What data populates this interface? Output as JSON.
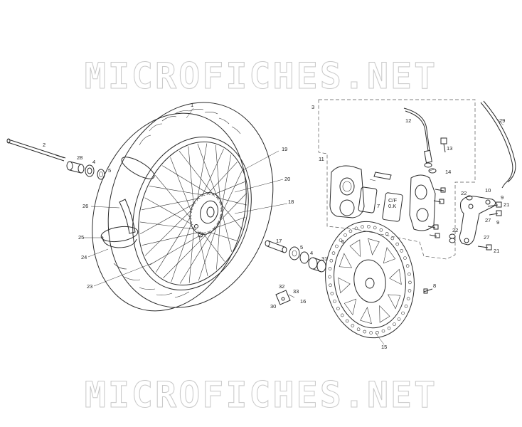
{
  "watermark_top": "MICROFICHES.NET",
  "watermark_bottom": "MICROFICHES.NET",
  "colors": {
    "ink": "#2a2a2a",
    "watermark_outline": "#c9c9c9",
    "background": "#ffffff"
  },
  "callouts": {
    "c1": "1",
    "c2": "2",
    "c3": "3",
    "c4": "4",
    "c4b": "4",
    "c5": "5",
    "c5b": "5",
    "c6": "6",
    "c7": "7",
    "c8": "8",
    "c9": "9",
    "c9b": "9",
    "c10": "10",
    "c11": "11",
    "c12": "12",
    "c13": "13",
    "c14": "14",
    "c15": "15",
    "c16": "16",
    "c17": "17",
    "c18": "18",
    "c19": "19",
    "c20": "20",
    "c21": "21",
    "c21b": "21",
    "c22": "22",
    "c22b": "22",
    "c23": "23",
    "c24": "24",
    "c25": "25",
    "c26": "26",
    "c27": "27",
    "c27b": "27",
    "c28": "28",
    "c29": "29",
    "c30": "30",
    "c31": "31",
    "c32": "32",
    "c33": "33"
  }
}
